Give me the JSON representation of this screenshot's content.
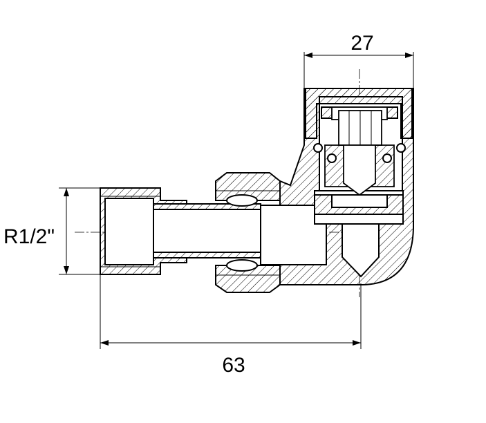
{
  "dimensions": {
    "top_width": "27",
    "overall_length": "63",
    "thread_size": "R1/2\""
  }
}
